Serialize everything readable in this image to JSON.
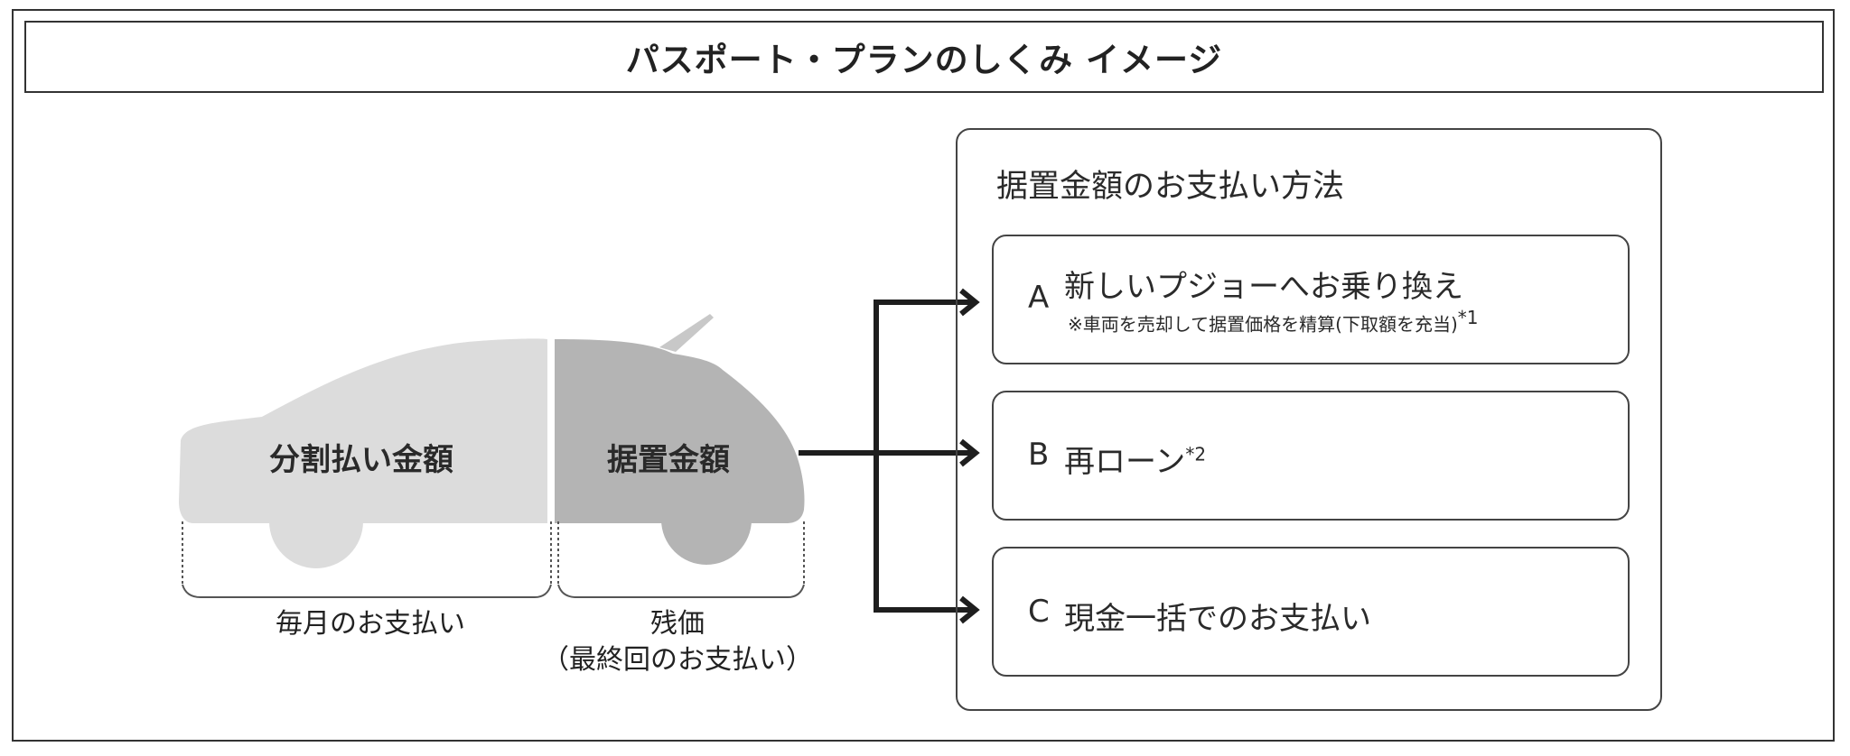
{
  "title": "パスポート・プランのしくみ イメージ",
  "car": {
    "left_label": "分割払い金額",
    "right_label": "据置金額",
    "left_caption": "毎月のお支払い",
    "right_caption_line1": "残価",
    "right_caption_line2": "（最終回のお支払い）"
  },
  "panel": {
    "title": "据置金額のお支払い方法",
    "options": [
      {
        "letter": "A",
        "text": "新しいプジョーへお乗り換え",
        "note": "※車両を売却して据置価格を精算(下取額を充当)",
        "note_sup": "*1"
      },
      {
        "letter": "B",
        "text": "再ローン",
        "text_sup": "*2"
      },
      {
        "letter": "C",
        "text": "現金一括でのお支払い"
      }
    ]
  },
  "colors": {
    "car_light": "#dcdcdc",
    "car_dark": "#b4b4b4",
    "arrow": "#1e1e1e",
    "border": "#333333"
  }
}
